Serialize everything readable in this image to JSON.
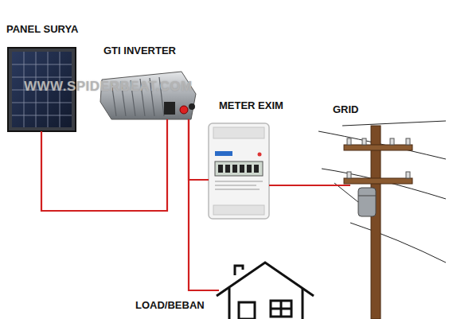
{
  "diagram": {
    "nodes": [
      {
        "text": [
          "PANEL SURYA"
        ]
      },
      {
        "text": [
          "GTI INVERTER"
        ]
      },
      {
        "text": [
          "METER EXIM"
        ]
      },
      {
        "text": [
          "GRID"
        ]
      },
      {
        "text": [
          "LOAD/BEBAN"
        ]
      }
    ],
    "edges": [
      {
        "from": 0,
        "to": 1,
        "arrow": "none"
      },
      {
        "from": 1,
        "to": 2,
        "arrow": "none"
      },
      {
        "from": 1,
        "to": 4,
        "arrow": "none"
      },
      {
        "from": 2,
        "to": 3,
        "arrow": "none"
      }
    ],
    "labels": [
      "WWW.SPIDERBEAT.COM"
    ]
  }
}
